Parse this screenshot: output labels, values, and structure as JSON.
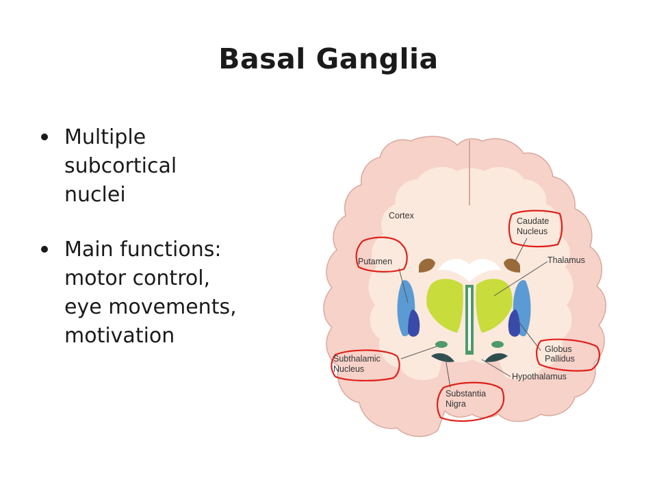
{
  "slide": {
    "title": "Basal Ganglia",
    "bullets": [
      {
        "lines": [
          "Multiple",
          "subcortical",
          "nuclei"
        ]
      },
      {
        "lines": [
          "Main functions:",
          "motor control,",
          "eye movements,",
          "motivation"
        ]
      }
    ]
  },
  "diagram": {
    "labels": {
      "cortex": "Cortex",
      "caudate_1": "Caudate",
      "caudate_2": "Nucleus",
      "putamen": "Putamen",
      "thalamus": "Thalamus",
      "globus_1": "Globus",
      "globus_2": "Pallidus",
      "subthalamic_1": "Subthalamic",
      "subthalamic_2": "Nucleus",
      "hypothalamus": "Hypothalamus",
      "substantia_1": "Substantia",
      "substantia_2": "Nigra"
    },
    "colors": {
      "cortex": "#f6d2c9",
      "cortex_outline": "#d9a89c",
      "white_matter": "#fbe9dd",
      "caudate": "#9a6b3a",
      "putamen": "#5b9bd4",
      "globus_pallidus": "#3a4aa8",
      "thalamus": "#c8dc3c",
      "substantia_nigra": "#2f4f4f",
      "subthalamic": "#4f9a6a",
      "annotation": "#e0201a"
    }
  }
}
